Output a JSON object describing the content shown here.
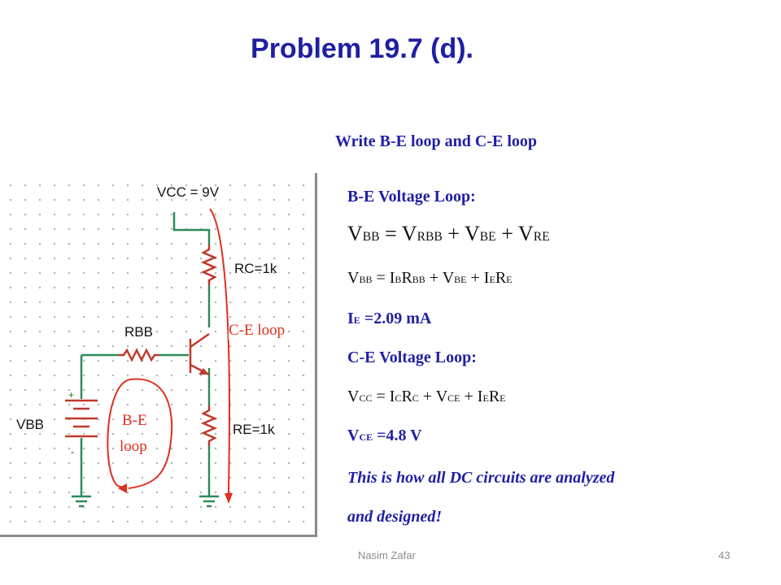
{
  "slide": {
    "title": "Problem 19.7 (d).",
    "subtitle": "Write B-E loop and C-E loop"
  },
  "circuit": {
    "vcc_label": "VCC = 9V",
    "rc_label": "RC=1k",
    "rbb_label": "RBB",
    "re_label": "RE=1k",
    "vbb_label": "VBB",
    "plus_sign": "+",
    "minus_sign": "-",
    "ce_loop_label": "C-E loop",
    "be_loop_label_1": "B-E",
    "be_loop_label_2": "loop"
  },
  "equations": {
    "be_heading": "B-E Voltage Loop:",
    "eq1": {
      "t1": "V",
      "s1": "BB",
      "t2": " = V",
      "s2": "RBB",
      "t3": " + V",
      "s3": "BE",
      "t4": " + V",
      "s4": "RE"
    },
    "eq2": {
      "t1": "V",
      "s1": "BB",
      "t2": " = I",
      "s2": "B",
      "t3": "R",
      "s3": "BB",
      "t4": " + V",
      "s4": "BE",
      "t5": " + I",
      "s5": "E",
      "t6": "R",
      "s6": "E"
    },
    "ie": {
      "t1": "I",
      "s1": "E",
      "t2": " =2.09 mA"
    },
    "ce_heading": "C-E Voltage Loop:",
    "eq3": {
      "t1": "V",
      "s1": "CC",
      "t2": " = I",
      "s2": "C",
      "t3": "R",
      "s3": "C",
      "t4": " + V",
      "s4": "CE",
      "t5": " + I",
      "s5": "E",
      "t6": "R",
      "s6": "E"
    },
    "vce": {
      "t1": "V",
      "s1": "CE",
      "t2": " =4.8 V"
    },
    "note_line1": "This is how all DC circuits are analyzed",
    "note_line2": "and designed!"
  },
  "footer": {
    "author": "Nasim Zafar",
    "page": "43"
  },
  "colors": {
    "text_blue": "#1f1fa3",
    "loop_red": "#e0301e",
    "wire_green": "#2e8a5a",
    "component_red": "#c0392b"
  }
}
